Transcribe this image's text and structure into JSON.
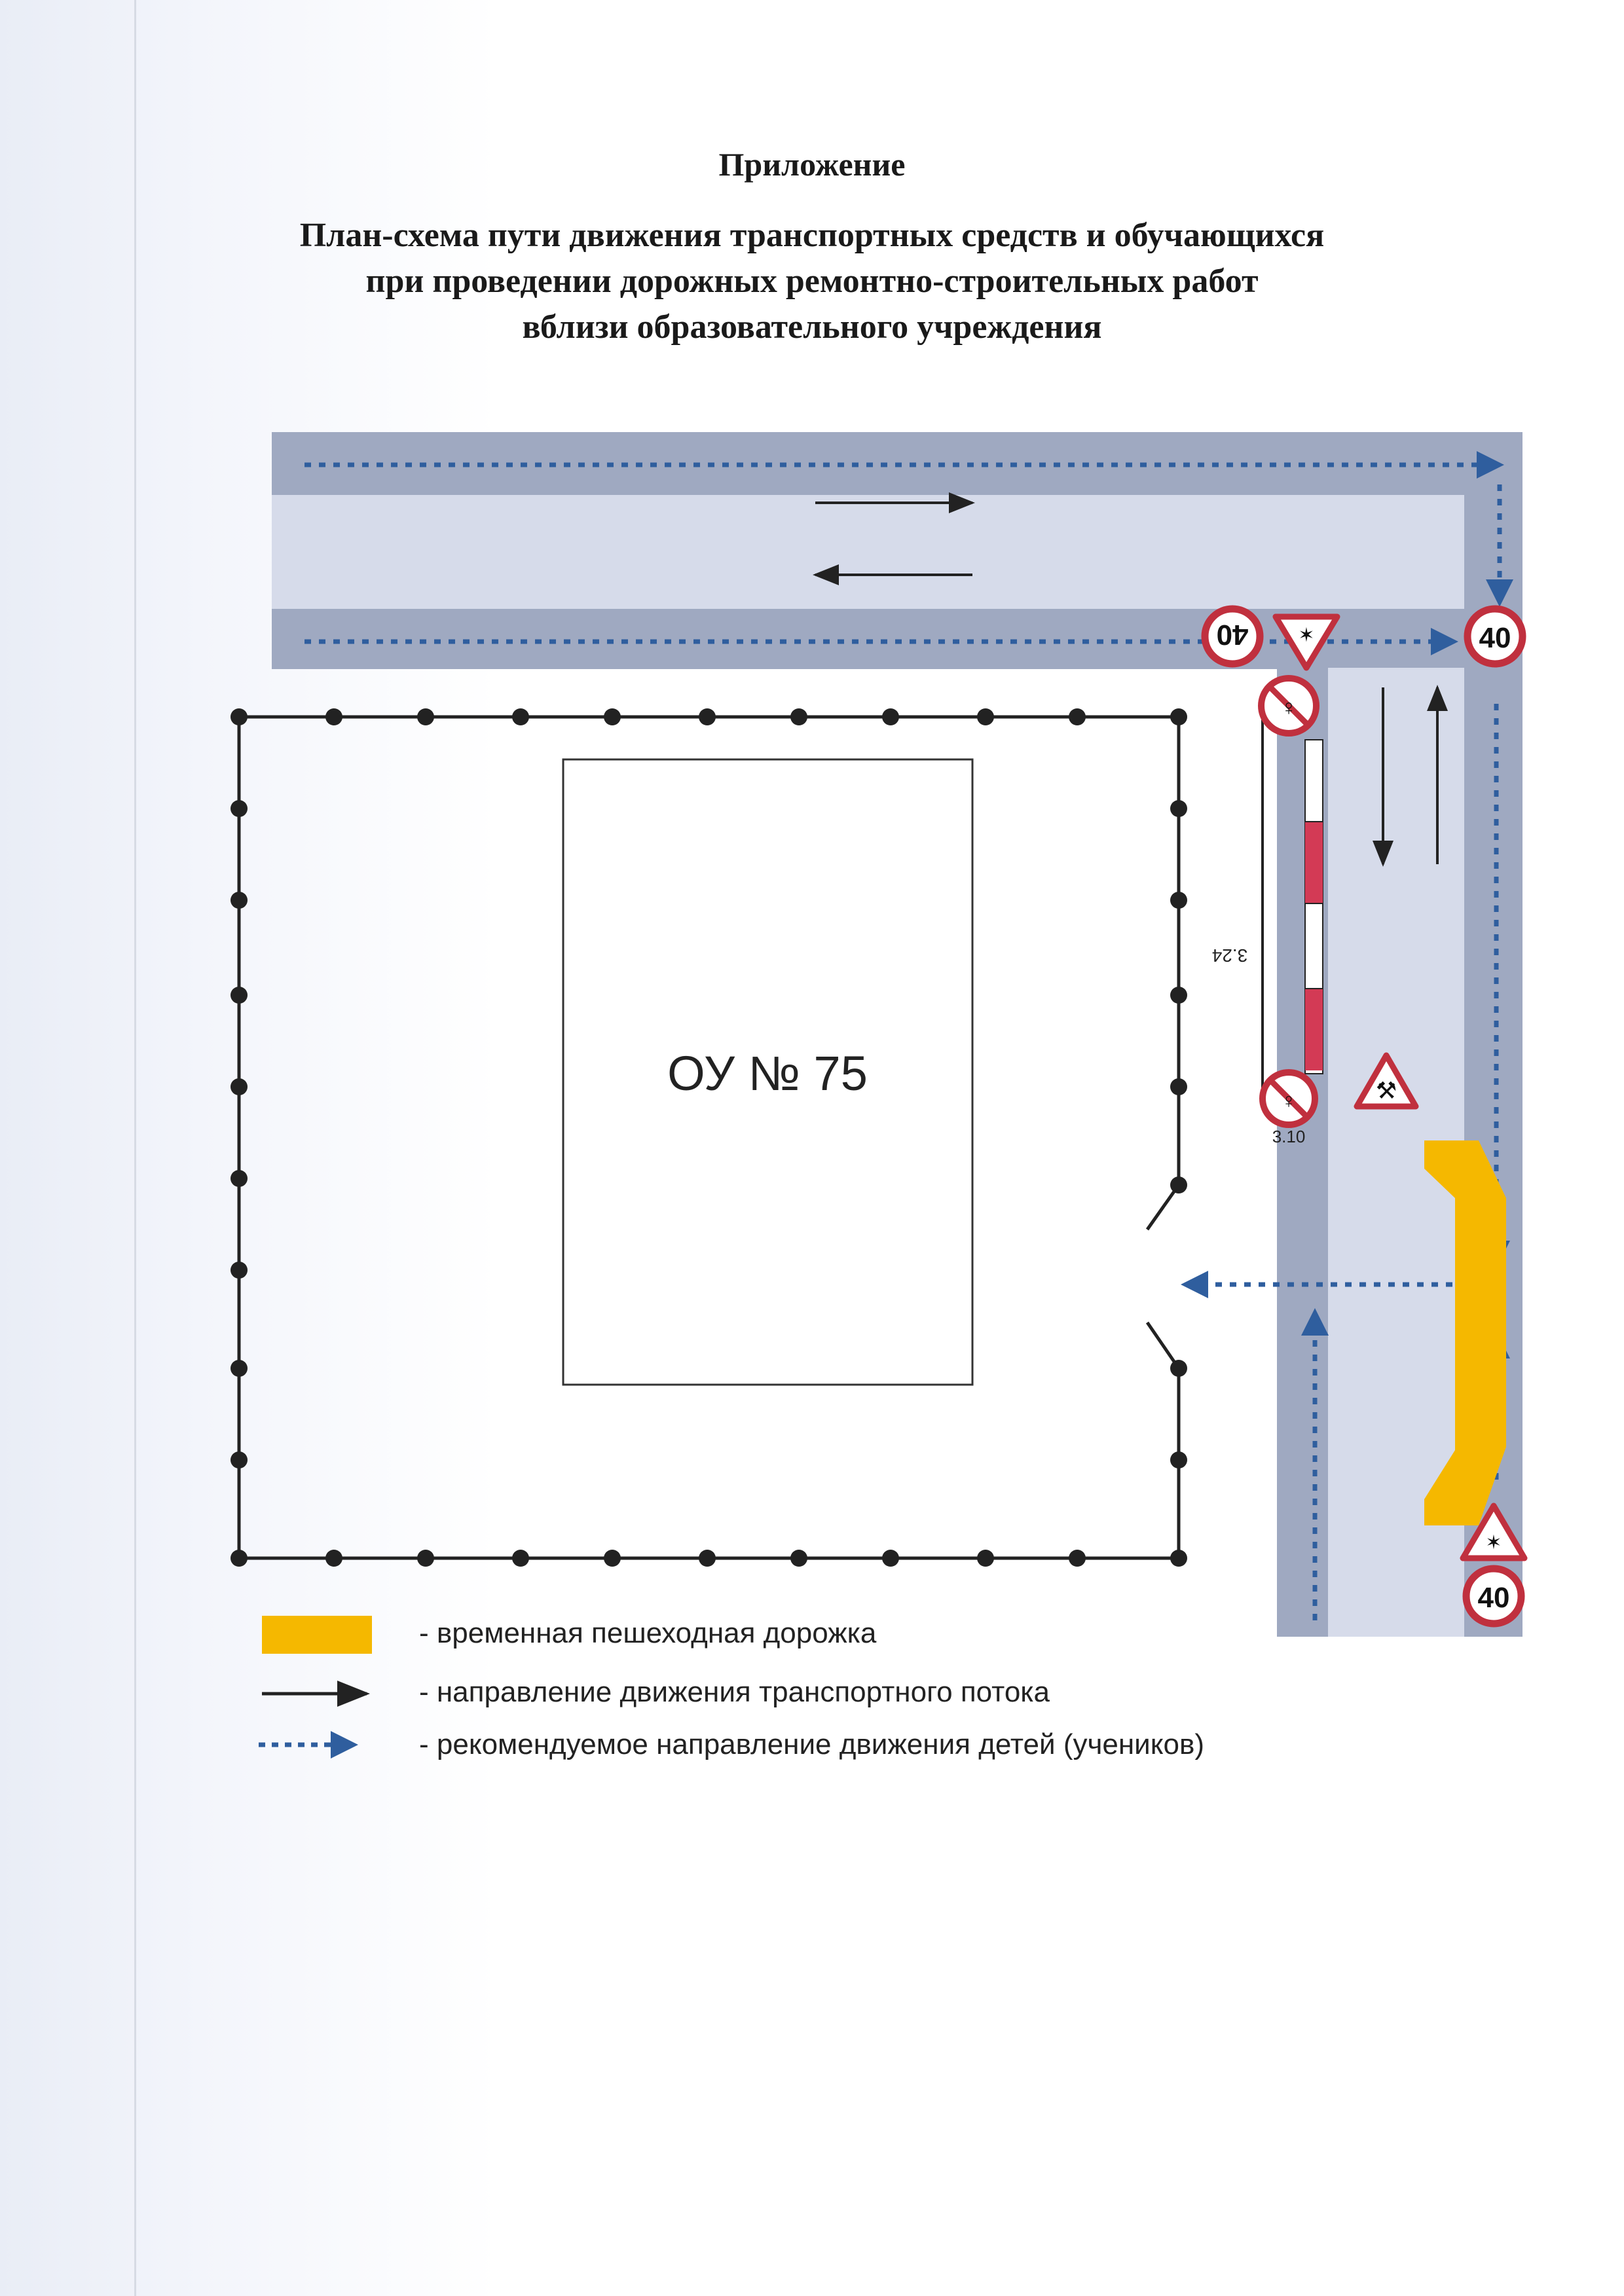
{
  "header": {
    "title": "Приложение",
    "subtitle_lines": [
      "План-схема пути движения транспортных средств и обучающихся",
      "при проведении дорожных ремонтно-строительных работ",
      "вблизи образовательного учреждения"
    ]
  },
  "diagram": {
    "school_label": "ОУ № 75",
    "fence_label": "3.24",
    "sign_label": "3.10",
    "speed_limit": "40"
  },
  "legend": [
    {
      "symbol": "orange-rect",
      "text": "- временная пешеходная дорожка"
    },
    {
      "symbol": "solid-arrow",
      "text": "- направление движения транспортного потока"
    },
    {
      "symbol": "dashed-arrow",
      "text": "- рекомендуемое направление движения детей (учеников)"
    }
  ],
  "colors": {
    "road": "#9fa9c1",
    "road_light": "#d6dbea",
    "path": "#f5b800",
    "kids_route": "#2f5e9e",
    "sign_red": "#c0303e",
    "fence": "#222222"
  }
}
